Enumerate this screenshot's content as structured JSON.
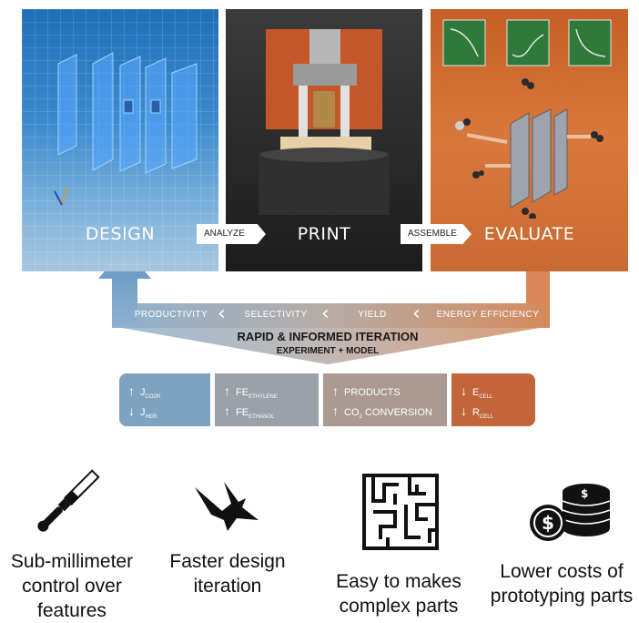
{
  "panels": {
    "design": "DESIGN",
    "print": "PRINT",
    "evaluate": "EVALUATE"
  },
  "steps": {
    "analyze": "ANALYZE",
    "assemble": "ASSEMBLE"
  },
  "metrics": [
    "PRODUCTIVITY",
    "SELECTIVITY",
    "YIELD",
    "ENERGY EFFICIENCY"
  ],
  "iteration": {
    "title": "RAPID & INFORMED ITERATION",
    "subtitle": "EXPERIMENT + MODEL"
  },
  "boxes": [
    {
      "lines": [
        {
          "arrow": "↑",
          "main": "J",
          "sub": "CO2R"
        },
        {
          "arrow": "↓",
          "main": "J",
          "sub": "HER"
        }
      ]
    },
    {
      "lines": [
        {
          "arrow": "↑",
          "main": "FE",
          "sub": "ETHYLENE"
        },
        {
          "arrow": "↑",
          "main": "FE",
          "sub": "ETHANOL"
        }
      ]
    },
    {
      "lines": [
        {
          "arrow": "↑",
          "main": "PRODUCTS",
          "sub": ""
        },
        {
          "arrow": "↑",
          "main": "CO",
          "sub": "2",
          "tail": " CONVERSION"
        }
      ]
    },
    {
      "lines": [
        {
          "arrow": "↓",
          "main": "E",
          "sub": "CELL"
        },
        {
          "arrow": "↓",
          "main": "R",
          "sub": "CELL"
        }
      ]
    }
  ],
  "benefits": [
    {
      "icon": "chisel-icon",
      "text": "Sub-millimeter control over features"
    },
    {
      "icon": "bird-icon",
      "text": "Faster design iteration"
    },
    {
      "icon": "maze-icon",
      "text": "Easy to makes complex parts"
    },
    {
      "icon": "coins-icon",
      "text": "Lower costs of prototyping parts"
    }
  ],
  "colors": {
    "design": "#3e8ccf",
    "print": "#2a2a2a",
    "evaluate": "#d9783d",
    "box_blue": "#7ea3c0",
    "box_orange": "#c2663a"
  }
}
